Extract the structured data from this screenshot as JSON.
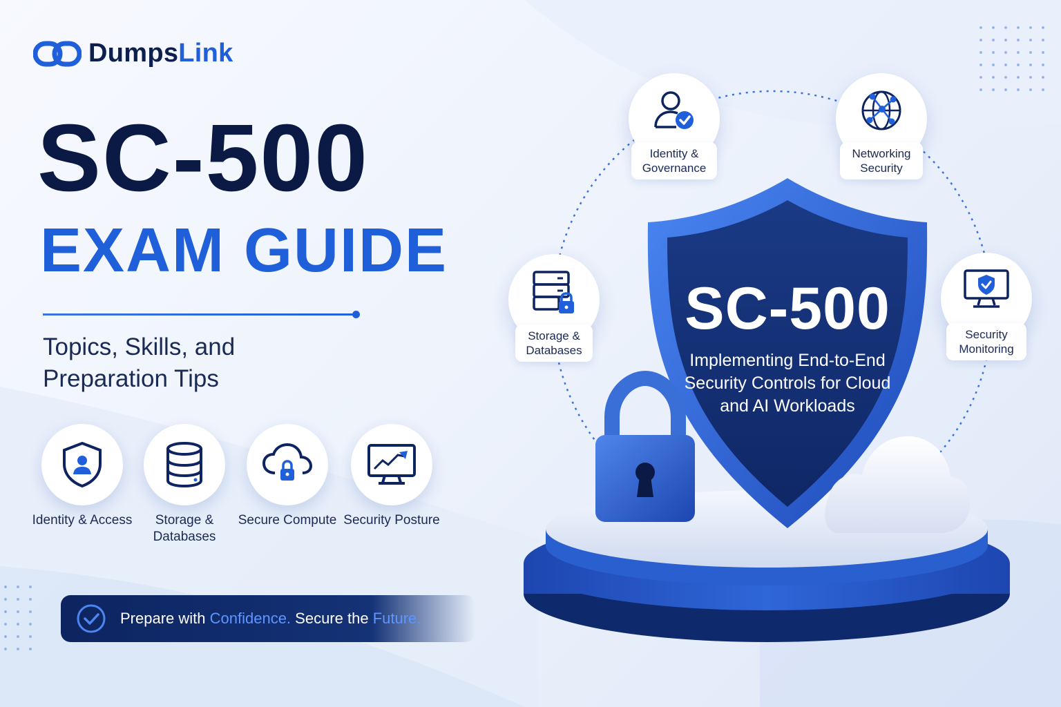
{
  "brand": {
    "name_part1": "Dumps",
    "name_part2": "Link"
  },
  "hero": {
    "code": "SC-500",
    "guide": "EXAM GUIDE",
    "subtitle": "Topics, Skills, and Preparation Tips"
  },
  "features": [
    {
      "label": "Identity & Access",
      "icon": "shield-user-icon"
    },
    {
      "label": "Storage & Databases",
      "icon": "database-icon"
    },
    {
      "label": "Secure Compute",
      "icon": "cloud-lock-icon"
    },
    {
      "label": "Security Posture",
      "icon": "monitor-chart-icon"
    }
  ],
  "banner": {
    "part1": "Prepare with ",
    "part2": "Confidence.",
    "part3": " Secure the ",
    "part4": "Future."
  },
  "shield": {
    "code": "SC-500",
    "description": "Implementing End-to-End Security Controls for Cloud and AI Workloads"
  },
  "orbit_badges": [
    {
      "label": "Identity & Governance",
      "icon": "user-check-icon"
    },
    {
      "label": "Networking Security",
      "icon": "network-globe-icon"
    },
    {
      "label": "Storage & Databases",
      "icon": "server-lock-icon"
    },
    {
      "label": "Security Monitoring",
      "icon": "monitor-shield-icon"
    }
  ],
  "colors": {
    "navy": "#0b1a45",
    "brand_blue": "#1f5fd9",
    "highlight_blue": "#5d96ff",
    "shield_fill": "#15306f"
  }
}
